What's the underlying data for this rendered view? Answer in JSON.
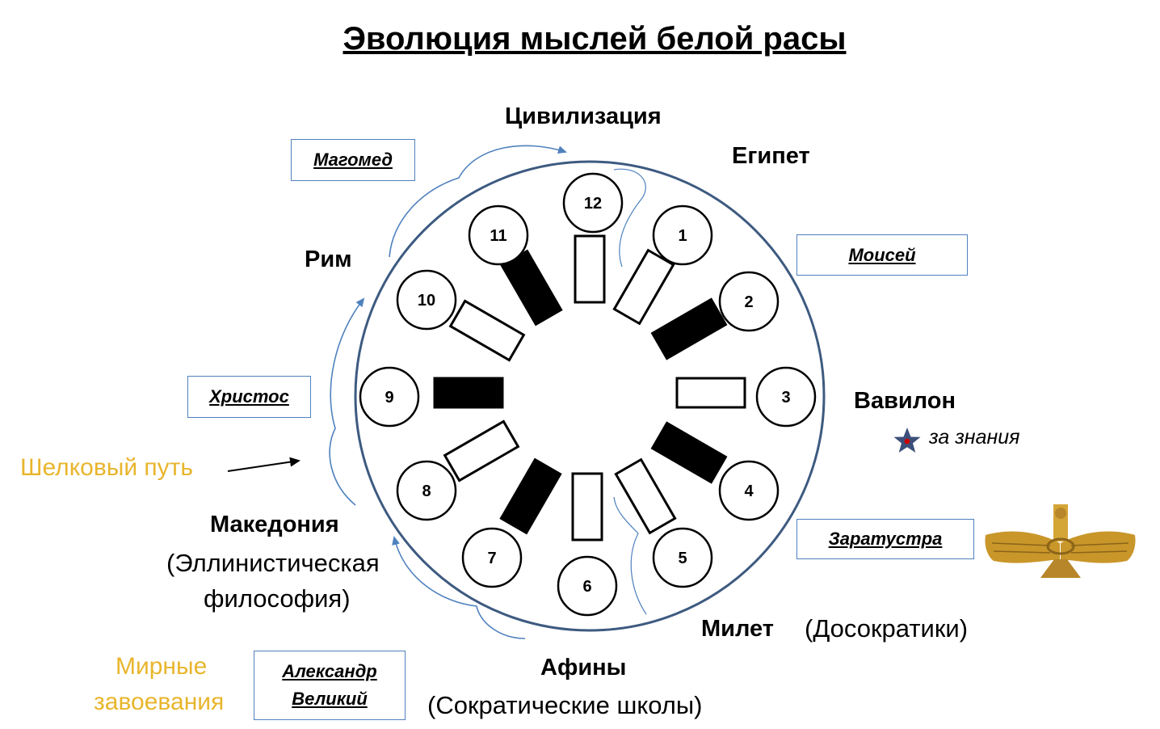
{
  "title": "Эволюция мыслей белой расы",
  "places": {
    "civilization": "Цивилизация",
    "egypt": "Египет",
    "rome": "Рим",
    "babylon": "Вавилон",
    "macedonia": "Македония",
    "macedonia_sub1": "(Эллинистическая",
    "macedonia_sub2": "философия)",
    "miletus": "Милет",
    "miletus_sub": "(Досократики)",
    "athens": "Афины",
    "athens_sub": "(Сократические школы)"
  },
  "figures": {
    "mohammed": "Магомед",
    "moses": "Моисей",
    "christ": "Христос",
    "zarathustra": "Заратустра",
    "alexander_line1": "Александр",
    "alexander_line2": "Великий"
  },
  "notes": {
    "silk_road": "Шелковый путь",
    "peaceful_line1": "Мирные",
    "peaceful_line2": "завоевания",
    "for_knowledge": "за знания"
  },
  "wheel": {
    "numbers": [
      "1",
      "2",
      "3",
      "4",
      "5",
      "6",
      "7",
      "8",
      "9",
      "10",
      "11",
      "12"
    ]
  },
  "colors": {
    "accent": "#4f81bd",
    "ring": "#3d5a80",
    "gold": "#e8b52c",
    "star": "#3b4f7a",
    "star_dot": "#cc0000"
  },
  "icons": {
    "emblem": "faravahar-icon",
    "star": "star-icon"
  }
}
